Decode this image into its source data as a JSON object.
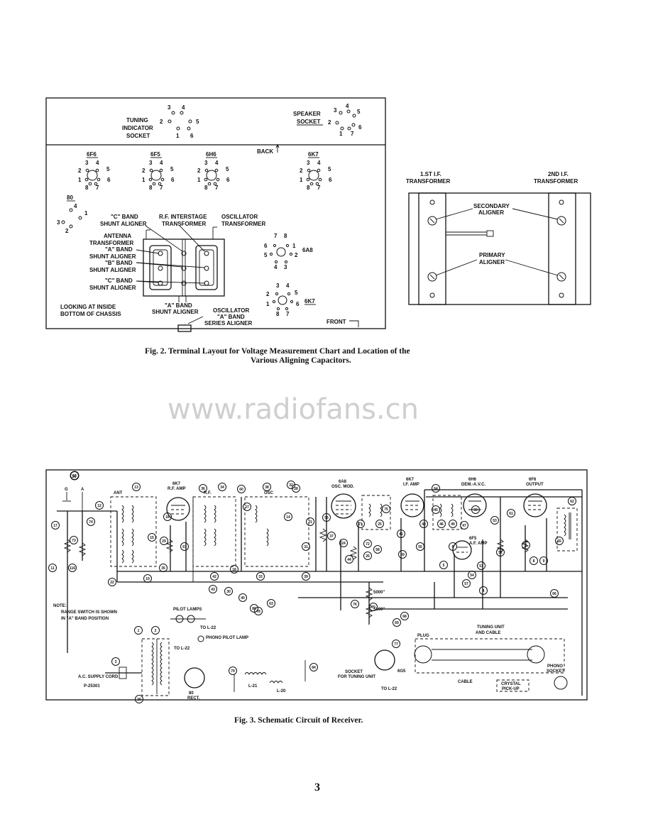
{
  "fig2": {
    "tuning_indicator": {
      "label_1": "TUNING",
      "label_2": "INDICATOR",
      "label_3": "SOCKET",
      "pins": [
        "3",
        "4",
        "2",
        "5",
        "1",
        "6"
      ]
    },
    "speaker_socket": {
      "label_1": "SPEAKER",
      "label_2": "SOCKET",
      "pins": [
        "3",
        "4",
        "5",
        "2",
        "6",
        "1",
        "7"
      ]
    },
    "back_label": "BACK",
    "tubes": [
      {
        "name": "6F6",
        "pins": [
          "3",
          "4",
          "2",
          "5",
          "1",
          "6",
          "8",
          "7"
        ]
      },
      {
        "name": "6F5",
        "pins": [
          "3",
          "4",
          "2",
          "5",
          "1",
          "6",
          "8",
          "7"
        ]
      },
      {
        "name": "6H6",
        "pins": [
          "3",
          "4",
          "2",
          "5",
          "1",
          "6",
          "8",
          "7"
        ]
      },
      {
        "name": "6K7",
        "pins": [
          "3",
          "4",
          "2",
          "5",
          "1",
          "6",
          "8",
          "7"
        ]
      }
    ],
    "rect80": {
      "name": "80",
      "pins": [
        "4",
        "1",
        "3",
        "2"
      ]
    },
    "tube_6a8": {
      "name": "6A8",
      "pins": [
        "7",
        "8",
        "6",
        "1",
        "5",
        "2",
        "4",
        "3"
      ]
    },
    "tube_6k7b": {
      "name": "6K7",
      "pins": [
        "3",
        "4",
        "2",
        "5",
        "1",
        "6",
        "8",
        "7"
      ]
    },
    "labels": {
      "c_band_1": "\"C\" BAND",
      "c_band_2": "SHUNT ALIGNER",
      "rf_interstage_1": "R.F. INTERSTAGE",
      "rf_interstage_2": "TRANSFORMER",
      "oscillator_1": "OSCILLATOR",
      "oscillator_2": "TRANSFORMER",
      "antenna_1": "ANTENNA",
      "antenna_2": "TRANSFORMER",
      "a_band_1": "\"A\" BAND",
      "a_band_2": "SHUNT ALIGNER",
      "b_band_1": "\"B\" BAND",
      "b_band_2": "SHUNT ALIGNER",
      "cc_band_1": "\"C\" BAND",
      "cc_band_2": "SHUNT ALIGNER",
      "looking_1": "LOOKING AT INSIDE",
      "looking_2": "BOTTOM OF CHASSIS",
      "a_bottom_1": "\"A\" BAND",
      "a_bottom_2": "SHUNT ALIGNER",
      "osc_series_1": "OSCILLATOR",
      "osc_series_2": "\"A\" BAND",
      "osc_series_3": "SERIES ALIGNER",
      "front": "FRONT"
    },
    "if1": {
      "label_1": "1.ST I.F.",
      "label_2": "TRANSFORMER"
    },
    "if2": {
      "label_1": "2ND I.F.",
      "label_2": "TRANSFORMER"
    },
    "secondary_1": "SECONDARY",
    "secondary_2": "ALIGNER",
    "primary_1": "PRIMARY",
    "primary_2": "ALIGNER",
    "caption_1": "Fig. 2.   Terminal Layout for Voltage Measurement Chart and Location of the",
    "caption_2": "Various Aligning Capacitors."
  },
  "watermark": "www.radiofans.cn",
  "fig3": {
    "tube_labels": [
      {
        "name": "6K7",
        "sub": "R.F. AMP"
      },
      {
        "name": "6A8",
        "sub": "OSC. MOD."
      },
      {
        "name": "6K7",
        "sub": "I.F. AMP"
      },
      {
        "name": "6H6",
        "sub": "DEM.-A.V.C."
      },
      {
        "name": "6F6",
        "sub": "OUTPUT"
      }
    ],
    "stage_labels": [
      "ANT",
      "R.F.",
      "OSC"
    ],
    "note_1": "NOTE:",
    "note_2": "RANGE SWITCH IS SHOWN",
    "note_3": "IN \"A\" BAND POSITION",
    "pilot_lamps": "PILOT LAMPS",
    "to_l22": "TO L-22",
    "phono_pilot": "PHONO PILOT LAMP",
    "res_5000": "5000\"",
    "res_5100": "5100\"",
    "tuning_unit_1": "TUNING UNIT",
    "tuning_unit_2": "AND CABLE",
    "plug": "PLUG",
    "cable": "CABLE",
    "crystal_1": "CRYSTAL",
    "crystal_2": "PICK-UP",
    "phono_socket_1": "PHONO",
    "phono_socket_2": "SOCKET",
    "socket_tuning_1": "SOCKET",
    "socket_tuning_2": "FOR TUNING UNIT",
    "tube_6g5": "6G5",
    "tube_6f5": "6F5",
    "tube_6f5_sub": "A.F. AMP",
    "ac_cord": "A.C. SUPPLY CORD",
    "p_label": "P-25301",
    "rect_1": "80",
    "rect_2": "RECT.",
    "l21": "L-21",
    "l20": "L-20",
    "g_label": "G",
    "a_label": "A",
    "callouts": [
      "10",
      "13",
      "12",
      "74",
      "73",
      "17",
      "116",
      "11",
      "22",
      "19",
      "16",
      "15",
      "29",
      "67",
      "35",
      "36",
      "34",
      "60",
      "27",
      "38",
      "32",
      "14",
      "21",
      "39",
      "31",
      "33",
      "18",
      "42",
      "43",
      "30",
      "40",
      "63",
      "80",
      "28",
      "56",
      "37",
      "24",
      "44",
      "71",
      "72",
      "26",
      "58",
      "75",
      "25",
      "41",
      "59",
      "55",
      "48",
      "64",
      "45",
      "46",
      "49",
      "47",
      "50",
      "51",
      "52",
      "53",
      "54",
      "4",
      "57",
      "5",
      "6",
      "7",
      "8",
      "9",
      "61",
      "62",
      "65",
      "66",
      "68",
      "69",
      "70",
      "76",
      "77",
      "78",
      "79",
      "84",
      "1",
      "2",
      "3",
      "20"
    ],
    "caption": "Fig. 3.   Schematic Circuit of Receiver."
  },
  "page_number": "3"
}
